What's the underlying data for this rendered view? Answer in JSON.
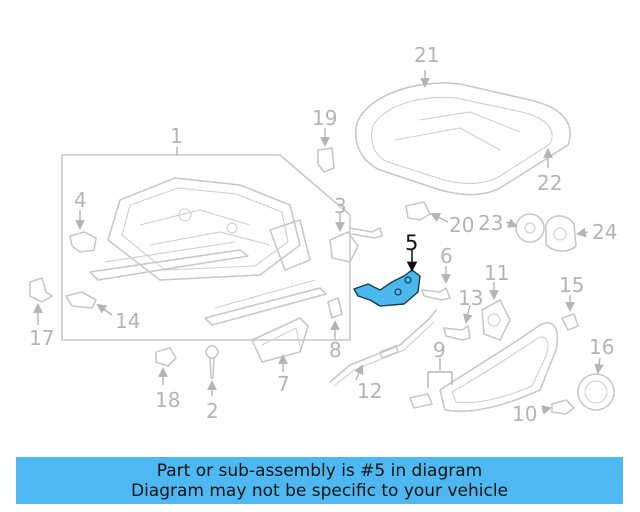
{
  "diagram": {
    "highlighted_part": "5",
    "highlight_color": "#4bb8f0",
    "line_color": "#c8c8c8",
    "callouts": [
      {
        "id": "1",
        "label": "1"
      },
      {
        "id": "2",
        "label": "2"
      },
      {
        "id": "3",
        "label": "3"
      },
      {
        "id": "4",
        "label": "4"
      },
      {
        "id": "5",
        "label": "5"
      },
      {
        "id": "6",
        "label": "6"
      },
      {
        "id": "7",
        "label": "7"
      },
      {
        "id": "8",
        "label": "8"
      },
      {
        "id": "9",
        "label": "9"
      },
      {
        "id": "10",
        "label": "10"
      },
      {
        "id": "11",
        "label": "11"
      },
      {
        "id": "12",
        "label": "12"
      },
      {
        "id": "13",
        "label": "13"
      },
      {
        "id": "14",
        "label": "14"
      },
      {
        "id": "15",
        "label": "15"
      },
      {
        "id": "16",
        "label": "16"
      },
      {
        "id": "17",
        "label": "17"
      },
      {
        "id": "18",
        "label": "18"
      },
      {
        "id": "19",
        "label": "19"
      },
      {
        "id": "20",
        "label": "20"
      },
      {
        "id": "21",
        "label": "21"
      },
      {
        "id": "22",
        "label": "22"
      },
      {
        "id": "23",
        "label": "23"
      },
      {
        "id": "24",
        "label": "24"
      }
    ]
  },
  "footer": {
    "line1": "Part or sub-assembly is #5 in diagram",
    "line2": "Diagram may not be specific to your vehicle",
    "background": "#4db8f2"
  }
}
